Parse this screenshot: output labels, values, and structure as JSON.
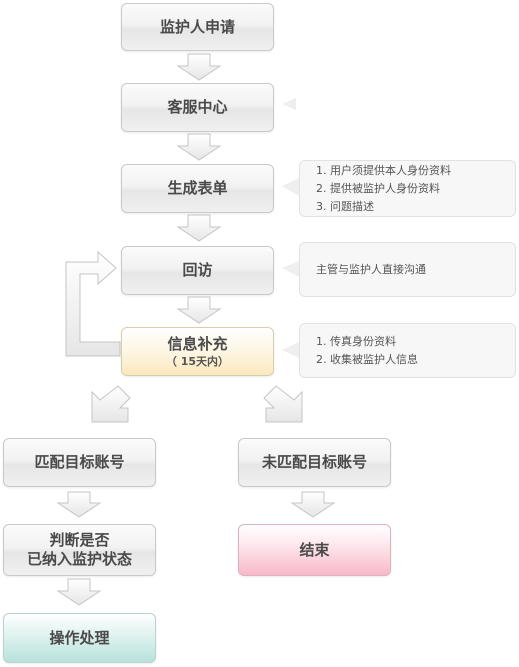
{
  "nodes": {
    "apply": "监护人申请",
    "service": "客服中心",
    "form": "生成表单",
    "revisit": "回访",
    "supplement": "信息补充",
    "supplement_sub": "（ 15天内）",
    "matched": "匹配目标账号",
    "unmatched": "未匹配目标账号",
    "judge_line1": "判断是否",
    "judge_line2": "已纳入监护状态",
    "operate": "操作处理",
    "end": "结束"
  },
  "notes": {
    "form": [
      "1. 用户须提供本人身份资料",
      "2. 提供被监护人身份资料",
      "3. 问题描述"
    ],
    "revisit": [
      "主管与监护人直接沟通"
    ],
    "supplement": [
      "1. 传真身份资料",
      "2. 收集被监护人信息"
    ]
  },
  "colors": {
    "arrow_fill": "#f4f4f4",
    "arrow_stroke": "#c4c4c4",
    "supplement": "#fbe9bd",
    "end": "#f8b8c8",
    "operate": "#b8e2dc"
  }
}
